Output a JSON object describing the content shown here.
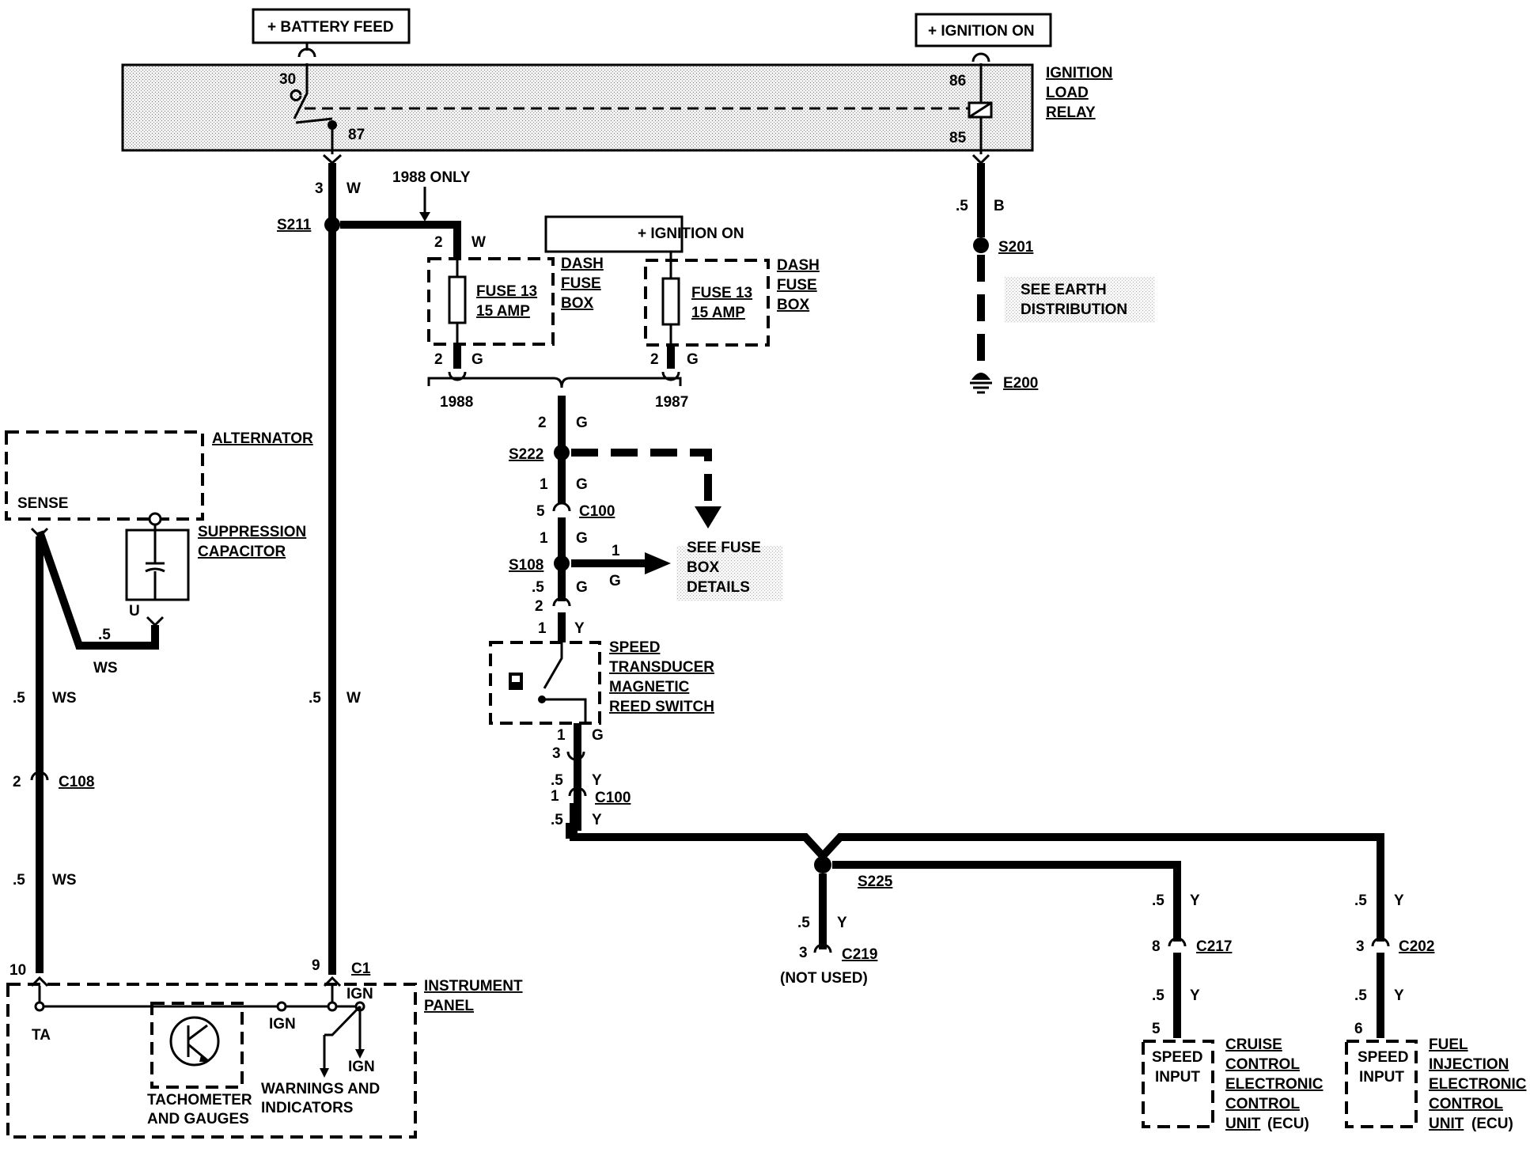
{
  "tags": {
    "battery_feed": "+ BATTERY FEED",
    "ignition_on_top": "+ IGNITION ON",
    "ignition_on_fuse": "+ IGNITION ON"
  },
  "relay": {
    "name_l1": "IGNITION",
    "name_l2": "LOAD",
    "name_l3": "RELAY",
    "pin30": "30",
    "pin87": "87",
    "pin86": "86",
    "pin85": "85"
  },
  "labels": {
    "only1988": "1988 ONLY",
    "s211": "S211",
    "w3_size": "3",
    "w3_col": "W",
    "w2_size": "2",
    "w2_col": "W",
    "w05_size": ".5",
    "w05_col": "W",
    "fuse_a_l1": "FUSE 13",
    "fuse_a_l2": "15 AMP",
    "fuse_b_l1": "FUSE 13",
    "fuse_b_l2": "15 AMP",
    "dash_a_l1": "DASH",
    "dash_a_l2": "FUSE",
    "dash_a_l3": "BOX",
    "dash_b_l1": "DASH",
    "dash_b_l2": "FUSE",
    "dash_b_l3": "BOX",
    "fa_out_size": "2",
    "fa_out_col": "G",
    "fb_out_size": "2",
    "fb_out_col": "G",
    "y1988": "1988",
    "y1987": "1987",
    "g2_size": "2",
    "g2_col": "G",
    "s222": "S222",
    "g1a_size": "1",
    "g1a_col": "G",
    "c100a_pin": "5",
    "c100a": "C100",
    "g1b_size": "1",
    "g1b_col": "G",
    "s108": "S108",
    "s108_size": "1",
    "s108_col": "G",
    "see_fuse_l1": "SEE FUSE",
    "see_fuse_l2": "BOX",
    "see_fuse_l3": "DETAILS",
    "g05_size": ".5",
    "g05_col": "G",
    "reed_pin2": "2",
    "reed_in_size": "1",
    "reed_in_col": "Y",
    "reed_l1": "SPEED",
    "reed_l2": "TRANSDUCER",
    "reed_l3": "MAGNETIC",
    "reed_l4": "REED SWITCH",
    "reed_out_size": "1",
    "reed_out_col": "G",
    "c100b_pin3": "3",
    "y05a_size": ".5",
    "y05a_col": "Y",
    "c100b_pin1": "1",
    "c100b": "C100",
    "y05b_size": ".5",
    "y05b_col": "Y",
    "s225": "S225",
    "c219_size": ".5",
    "c219_col": "Y",
    "c219_pin": "3",
    "c219": "C219",
    "not_used": "(NOT USED)",
    "c217_up_size": ".5",
    "c217_up_col": "Y",
    "c217_pin": "8",
    "c217": "C217",
    "c217_dn_size": ".5",
    "c217_dn_col": "Y",
    "cruise_pin": "5",
    "speed_input_a_l1": "SPEED",
    "speed_input_a_l2": "INPUT",
    "cruise_l1": "CRUISE",
    "cruise_l2": "CONTROL",
    "cruise_l3": "ELECTRONIC",
    "cruise_l4": "CONTROL",
    "cruise_l5": "UNIT",
    "cruise_l5b": "(ECU)",
    "c202_up_size": ".5",
    "c202_up_col": "Y",
    "c202_pin": "3",
    "c202": "C202",
    "c202_dn_size": ".5",
    "c202_dn_col": "Y",
    "fuel_pin": "6",
    "speed_input_b_l1": "SPEED",
    "speed_input_b_l2": "INPUT",
    "fuel_l1": "FUEL",
    "fuel_l2": "INJECTION",
    "fuel_l3": "ELECTRONIC",
    "fuel_l4": "CONTROL",
    "fuel_l5": "UNIT",
    "fuel_l5b": "(ECU)",
    "b_size": ".5",
    "b_col": "B",
    "s201": "S201",
    "earth_l1": "SEE EARTH",
    "earth_l2": "DISTRIBUTION",
    "e200": "E200",
    "alternator": "ALTERNATOR",
    "sense": "SENSE",
    "supp_l1": "SUPPRESSION",
    "supp_l2": "CAPACITOR",
    "cap_col": "U",
    "ws_a_size": ".5",
    "ws_a_col": "WS",
    "ws_b_size": ".5",
    "ws_b_col": "WS",
    "c108_pin": "2",
    "c108": "C108",
    "ws_c_size": ".5",
    "ws_c_col": "WS",
    "ip_pin10": "10",
    "ip_pin9": "9",
    "ip_c1": "C1",
    "ip_l1": "INSTRUMENT",
    "ip_l2": "PANEL",
    "ip_ta": "TA",
    "ip_ign1": "IGN",
    "ip_ign2": "IGN",
    "ip_ign3": "IGN",
    "tacho_l1": "TACHOMETER",
    "tacho_l2": "AND GAUGES",
    "warn_l1": "WARNINGS AND",
    "warn_l2": "INDICATORS"
  }
}
